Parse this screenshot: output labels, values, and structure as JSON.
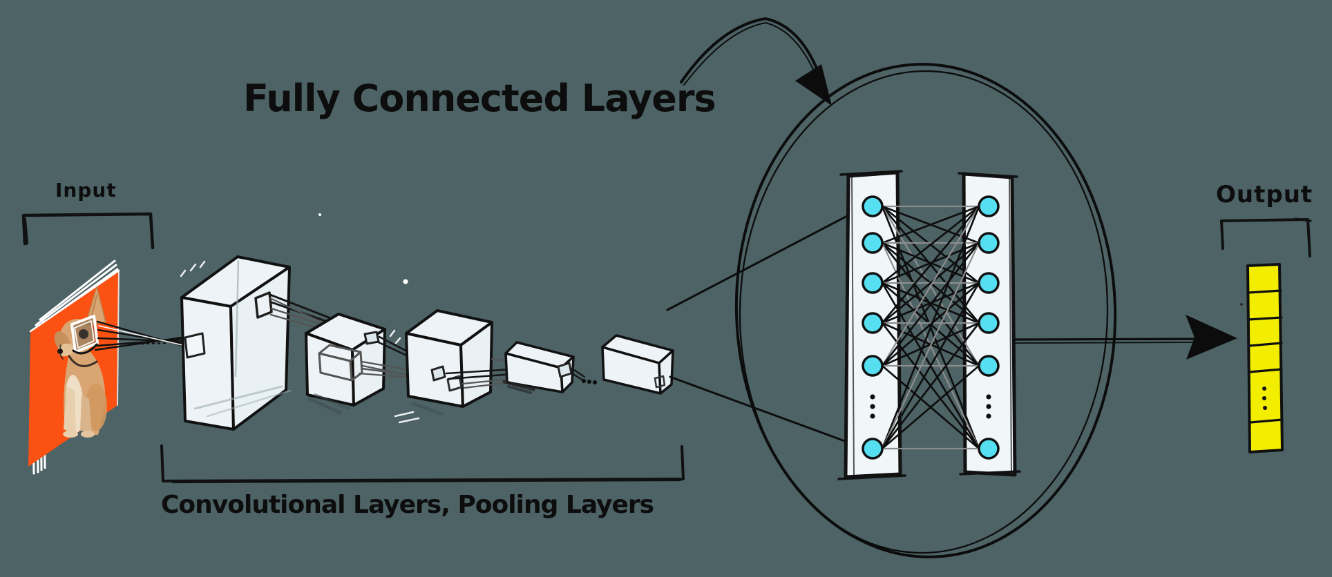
{
  "canvas": {
    "background": "#4d6366"
  },
  "title": {
    "text": "Fully Connected Layers"
  },
  "input": {
    "label": "Input",
    "content": "puppy photo on orange background",
    "panel_color": "#fb5214",
    "stacked_sheets": 3
  },
  "conv_section": {
    "label": "Convolutional Layers, Pooling Layers",
    "box_count": 5,
    "ellipsis": "..."
  },
  "network": {
    "neuron_fill": "#55dff0",
    "panel_fill": "#f1f6f9",
    "columns": [
      {
        "visible_neurons": 6
      },
      {
        "visible_neurons": 6
      }
    ],
    "ellipsis": "⋮"
  },
  "output": {
    "label": "Output",
    "cell_color": "#f3ee00",
    "visible_cells": 6,
    "ellipsis": "⋮"
  }
}
